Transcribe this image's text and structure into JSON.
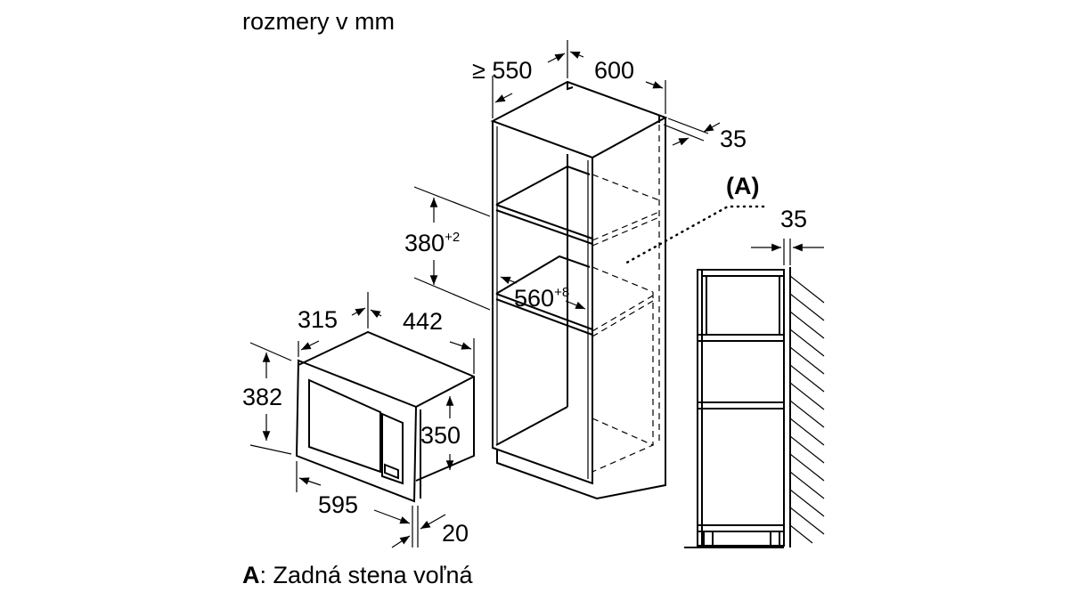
{
  "title": "rozmery v mm",
  "legend": {
    "key": "A",
    "text": ": Zadná stena voľná"
  },
  "cabinet": {
    "depth": "≥ 550",
    "width": "600",
    "top_gap": "35",
    "niche_height": "380",
    "niche_height_tol": "+2",
    "niche_width": "560",
    "niche_width_tol": "+8",
    "marker": "(A)"
  },
  "side_view": {
    "wall_gap": "35"
  },
  "microwave": {
    "depth": "315",
    "body_width": "442",
    "front_height": "382",
    "body_height": "350",
    "front_width": "595",
    "front_thickness": "20"
  }
}
